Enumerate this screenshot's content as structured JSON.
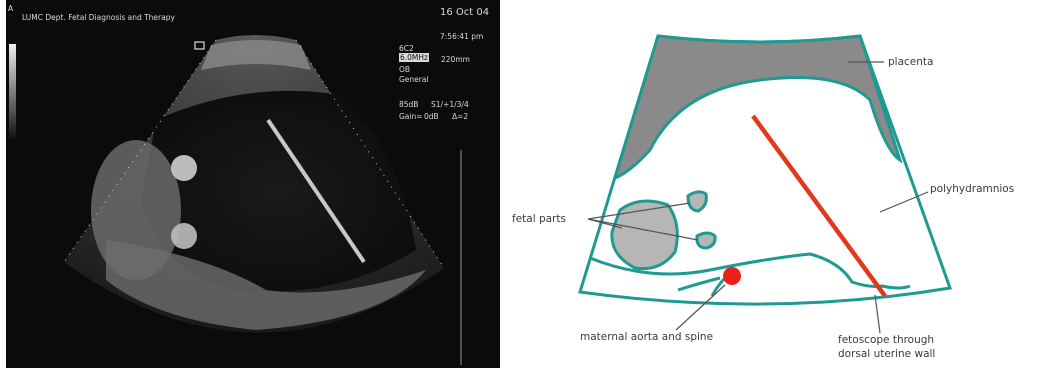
{
  "ultrasound": {
    "header_marker": "A",
    "institution": "LUMC Dept. Fetal Diagnosis and Therapy",
    "date": "16 Oct 04",
    "time": "7:56:41 pm",
    "probe": "6C2",
    "frequency": "6.0MHz",
    "depth": "220mm",
    "preset_1": "OB",
    "preset_2": "General",
    "db_value": "85dB",
    "params": "S1/+1/3/4",
    "gain_label": "Gain=",
    "gain_value": "0dB",
    "delta": "Δ=2"
  },
  "diagram": {
    "labels": {
      "placenta": "placenta",
      "polyhydramnios": "polyhydramnios",
      "fetal_parts": "fetal parts",
      "maternal_aorta": "maternal aorta and spine",
      "fetoscope_line1": "fetoscope through",
      "fetoscope_line2": "dorsal uterine wall"
    },
    "colors": {
      "outline": "#1f9a93",
      "placenta_fill": "#8a8a8a",
      "fetal_fill": "#b6b6b6",
      "fetoscope": "#e03a1e",
      "aorta": "#e8221a",
      "leader": "#555555"
    }
  }
}
